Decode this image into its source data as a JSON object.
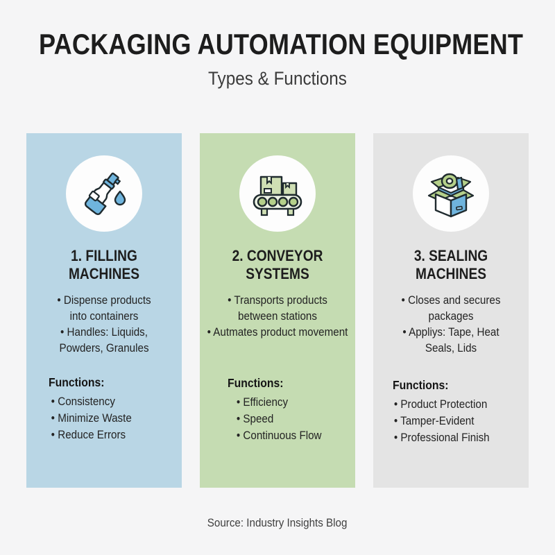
{
  "header": {
    "title": "PACKAGING AUTOMATION EQUIPMENT",
    "subtitle": "Types & Functions"
  },
  "colors": {
    "page_background": "#f5f5f6",
    "card_blue": "#b9d6e5",
    "card_green": "#c5dcb2",
    "card_grey": "#e4e4e4",
    "icon_badge": "#fdfdfd",
    "icon_blue": "#6fb4dd",
    "icon_green": "#b5d08a",
    "icon_outline": "#1f2a2e",
    "title_text": "#1d1d1d",
    "body_text": "#232323"
  },
  "cards": [
    {
      "icon": "filling-bottle-icon",
      "title": "1. FILLING\nMACHINES",
      "bullets": [
        "Dispense products\ninto containers",
        "Handles: Liquids,\nPowders, Granules"
      ],
      "functions_label": "Functions:",
      "functions": [
        "Consistency",
        "Minimize Waste",
        "Reduce Errors"
      ]
    },
    {
      "icon": "conveyor-belt-icon",
      "title": "2. CONVEYOR\nSYSTEMS",
      "bullets": [
        "Transports products\nbetween stations",
        "Autmates product movement"
      ],
      "functions_label": "Functions:",
      "functions": [
        "Efficiency",
        "Speed",
        "Continuous Flow"
      ]
    },
    {
      "icon": "sealing-box-tape-icon",
      "title": "3. SEALING\nMACHINES",
      "bullets": [
        "Closes and secures\npackages",
        "Appliys: Tape, Heat\nSeals, Lids"
      ],
      "functions_label": "Functions:",
      "functions": [
        "Product Protection",
        "Tamper-Evident",
        "Professional Finish"
      ]
    }
  ],
  "footer": {
    "source": "Source: Industry Insights Blog"
  }
}
